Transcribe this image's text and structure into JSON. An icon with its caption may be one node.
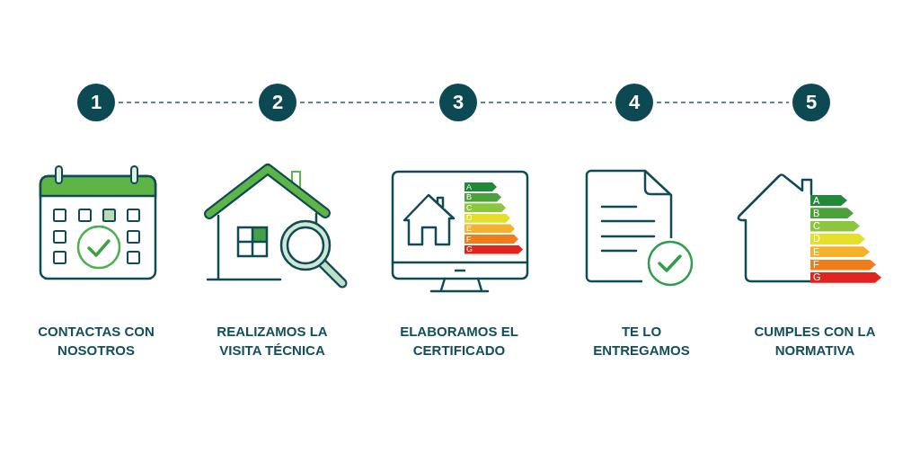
{
  "diagram": {
    "nodes": [
      {
        "text": [
          "1"
        ]
      },
      {
        "text": [
          "2"
        ]
      },
      {
        "text": [
          "3"
        ]
      },
      {
        "text": [
          "4"
        ]
      },
      {
        "text": [
          "5"
        ]
      }
    ],
    "edges": [
      {
        "from": 0,
        "to": 1,
        "arrow": "none",
        "style": "dashed"
      },
      {
        "from": 1,
        "to": 2,
        "arrow": "none",
        "style": "dashed"
      },
      {
        "from": 2,
        "to": 3,
        "arrow": "none",
        "style": "dashed"
      },
      {
        "from": 3,
        "to": 4,
        "arrow": "none",
        "style": "dashed"
      }
    ],
    "labels": [
      "A",
      "B",
      "C",
      "D",
      "E",
      "F",
      "G",
      "A",
      "B",
      "C",
      "D",
      "E",
      "F",
      "G",
      "CONTACTAS CON NOSOTROS",
      "REALIZAMOS LA VISITA TÉCNICA",
      "ELABORAMOS EL CERTIFICADO",
      "TE LO ENTREGAMOS",
      "CUMPLES CON LA NORMATIVA"
    ]
  }
}
